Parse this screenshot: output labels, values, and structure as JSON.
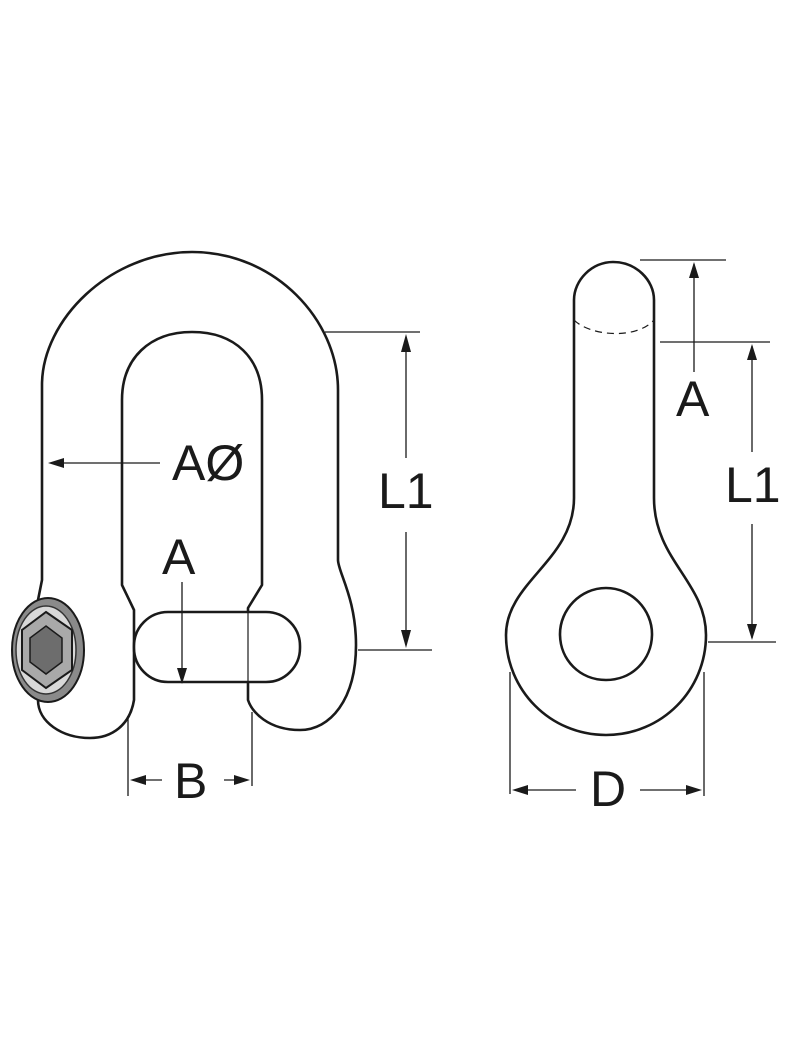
{
  "labels": {
    "front_pin_diameter": "AØ",
    "front_pin_length": "A",
    "front_inner_length": "L1",
    "front_inner_width": "B",
    "side_thickness": "A",
    "side_inner_length": "L1",
    "side_eye_width": "D"
  },
  "colors": {
    "line": "#1a1a1a",
    "background": "#ffffff"
  }
}
